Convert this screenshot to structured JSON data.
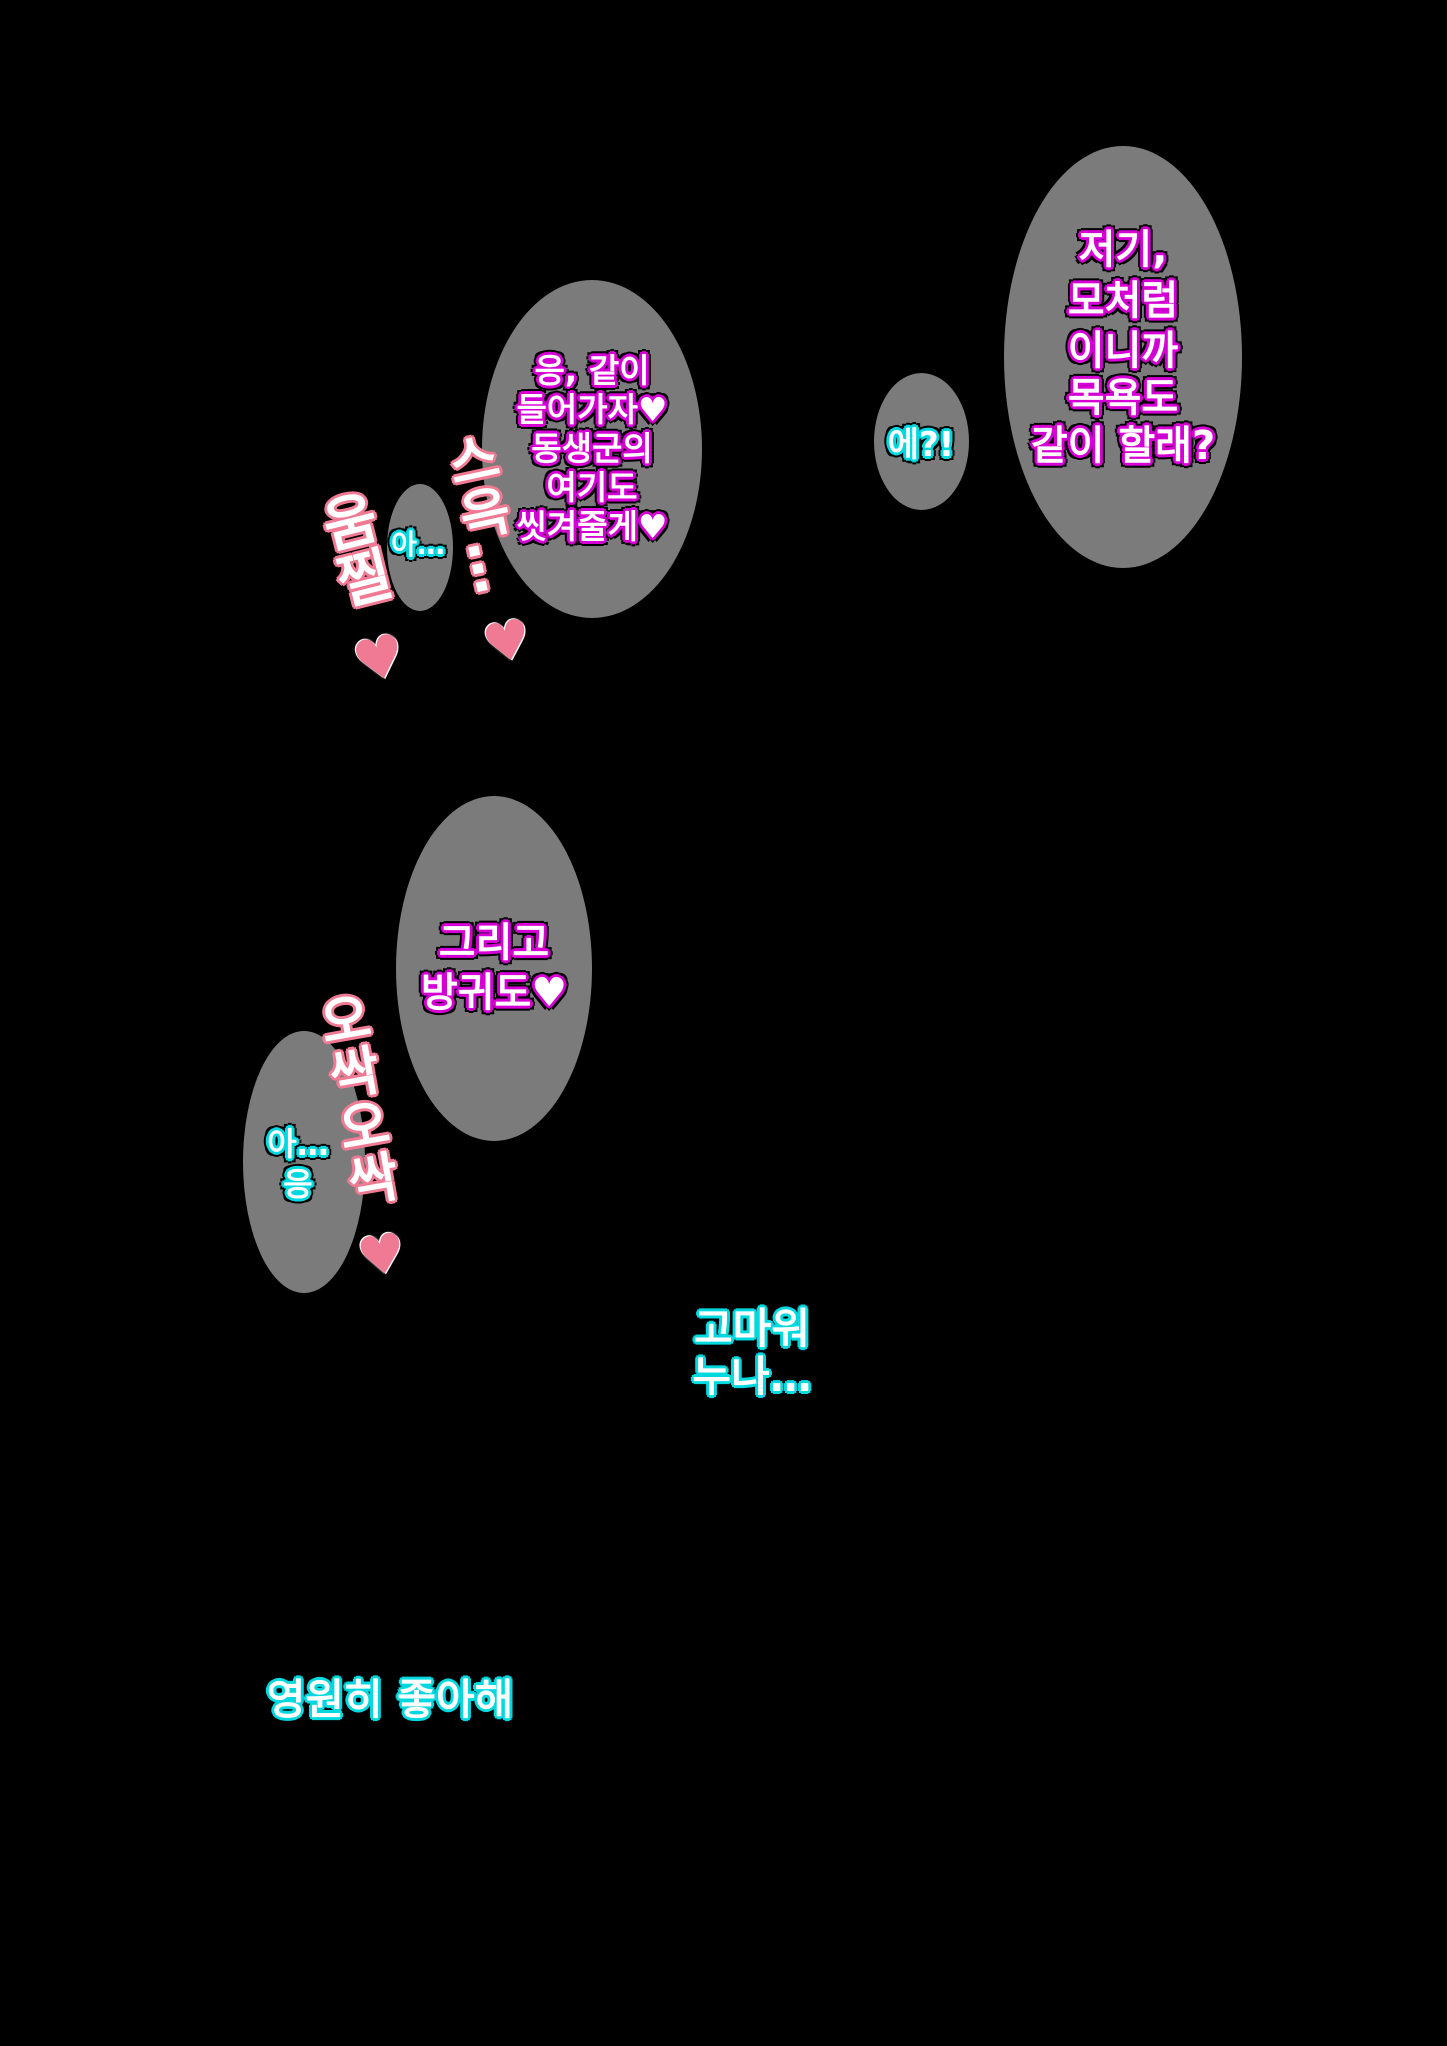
{
  "bubbles": {
    "b1": [
      "저기,",
      "모처럼",
      "이니까",
      "목욕도",
      "같이 할래?"
    ],
    "b2": [
      "에?!"
    ],
    "b3": [
      "응, 같이",
      "들어가자♥",
      "동생군의",
      "여기도",
      "씻겨줄게♥"
    ],
    "b4": [
      "아…"
    ],
    "b5": [
      "그리고",
      "방귀도♥"
    ],
    "b6": [
      "아…",
      "응"
    ]
  },
  "captions": {
    "c1": [
      "고마워",
      "누나…"
    ],
    "c2": [
      "영원히 좋아해"
    ]
  },
  "sfx": {
    "s1": "스윽…",
    "s1_heart": "♥",
    "s2": "움찔",
    "s2_heart": "♥",
    "s3": "오싹오싹",
    "s3_heart": "♥"
  },
  "colors": {
    "background": "#000000",
    "bubble_fill": "#7b7b7b",
    "speaker_a_outline": "#d400d4",
    "speaker_b_outline": "#00d8e0",
    "sfx_outline": "#f07a93"
  }
}
